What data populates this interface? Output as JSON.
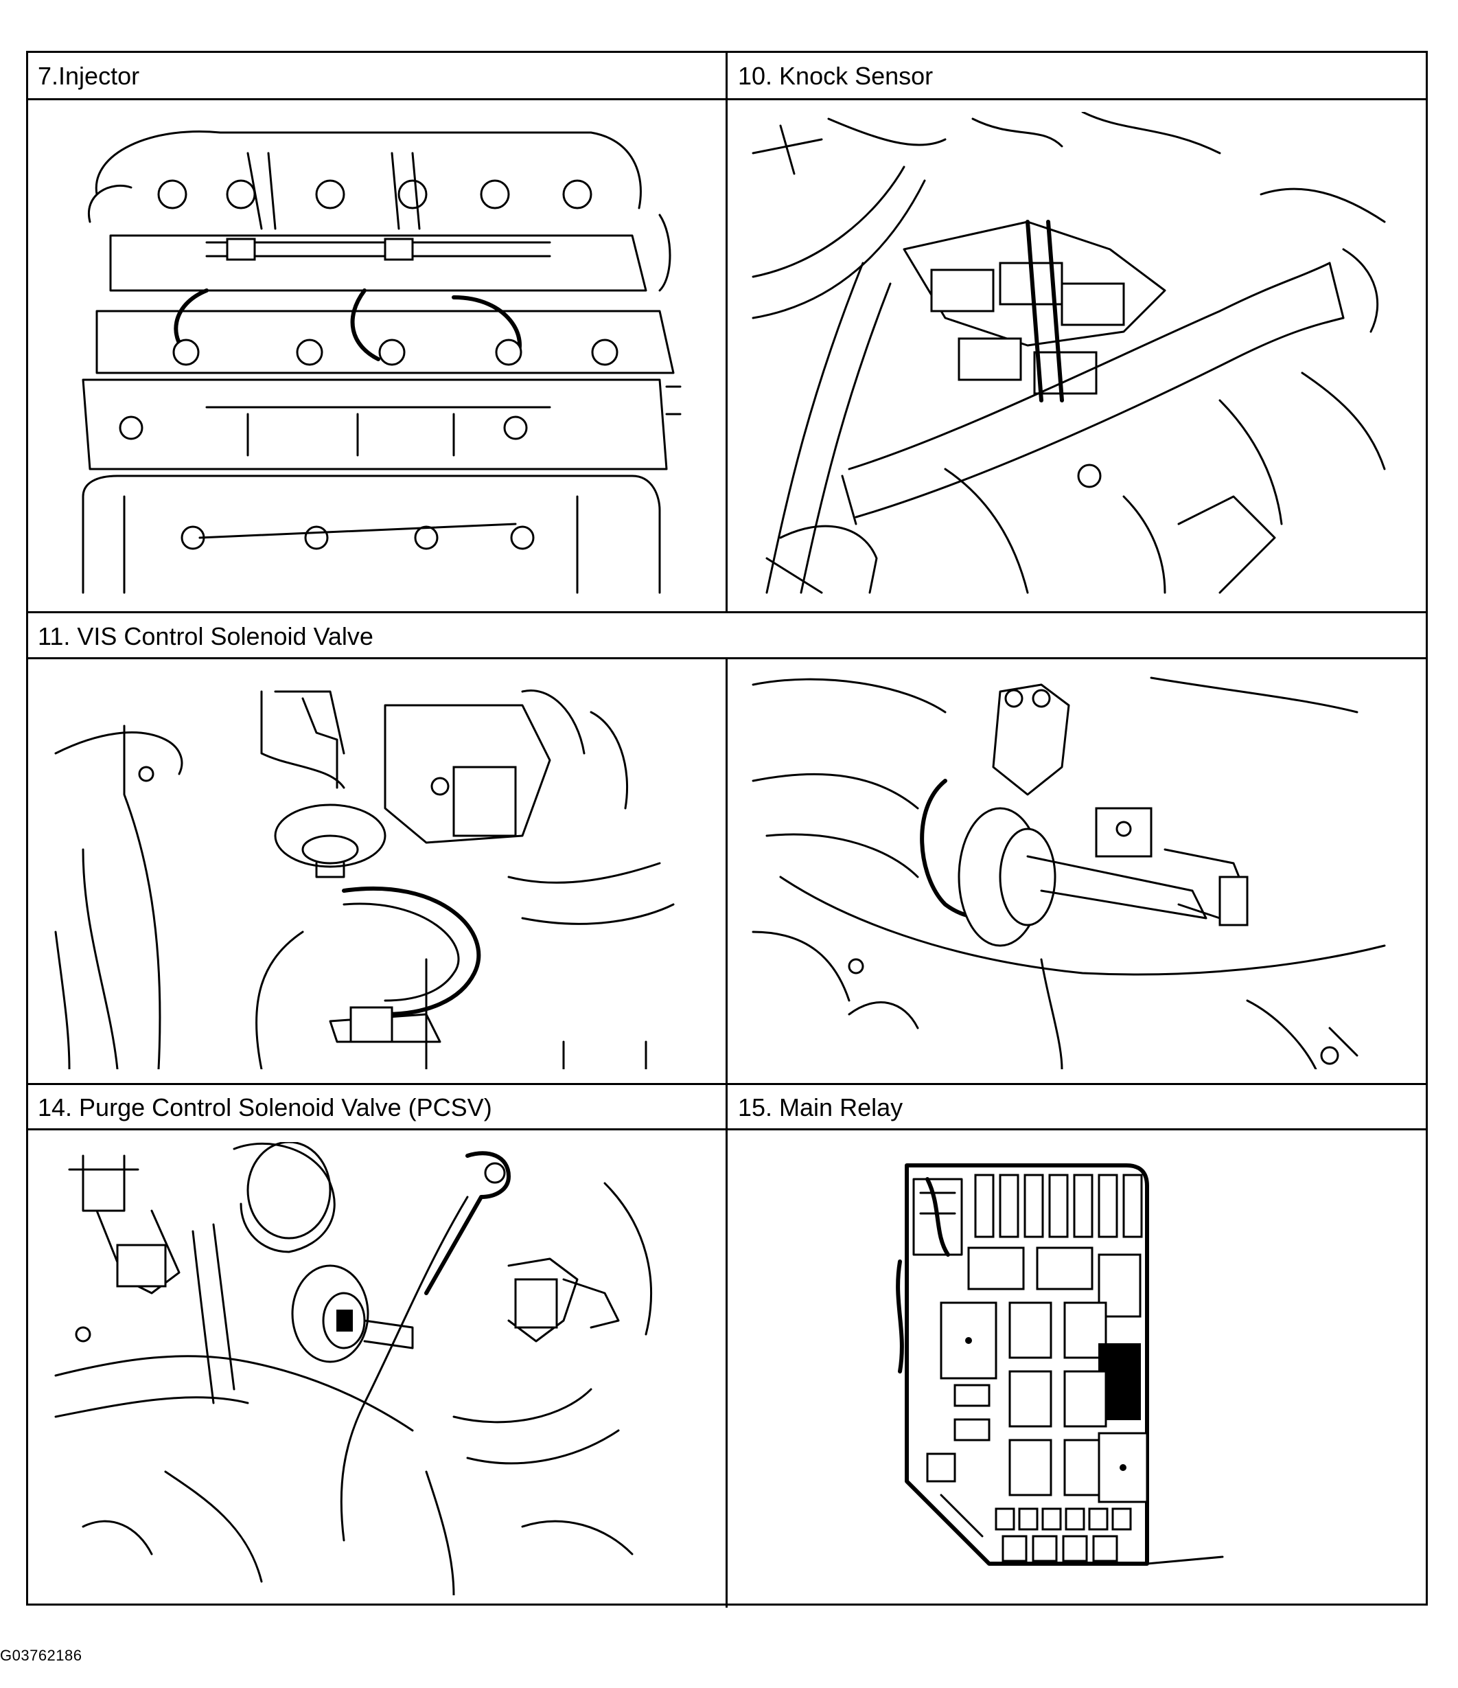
{
  "panels": [
    {
      "label": "7.Injector",
      "icon": "injector-illustration"
    },
    {
      "label": "10. Knock Sensor",
      "icon": "knock-sensor-illustration"
    },
    {
      "label": "11. VIS Control Solenoid Valve",
      "icon": "vis-control-solenoid-valve-illustration"
    },
    {
      "label": "14. Purge Control Solenoid Valve (PCSV)",
      "icon": "purge-control-solenoid-valve-illustration"
    },
    {
      "label": "15. Main Relay",
      "icon": "main-relay-fuse-box-illustration"
    }
  ],
  "figure_id": "G03762186"
}
